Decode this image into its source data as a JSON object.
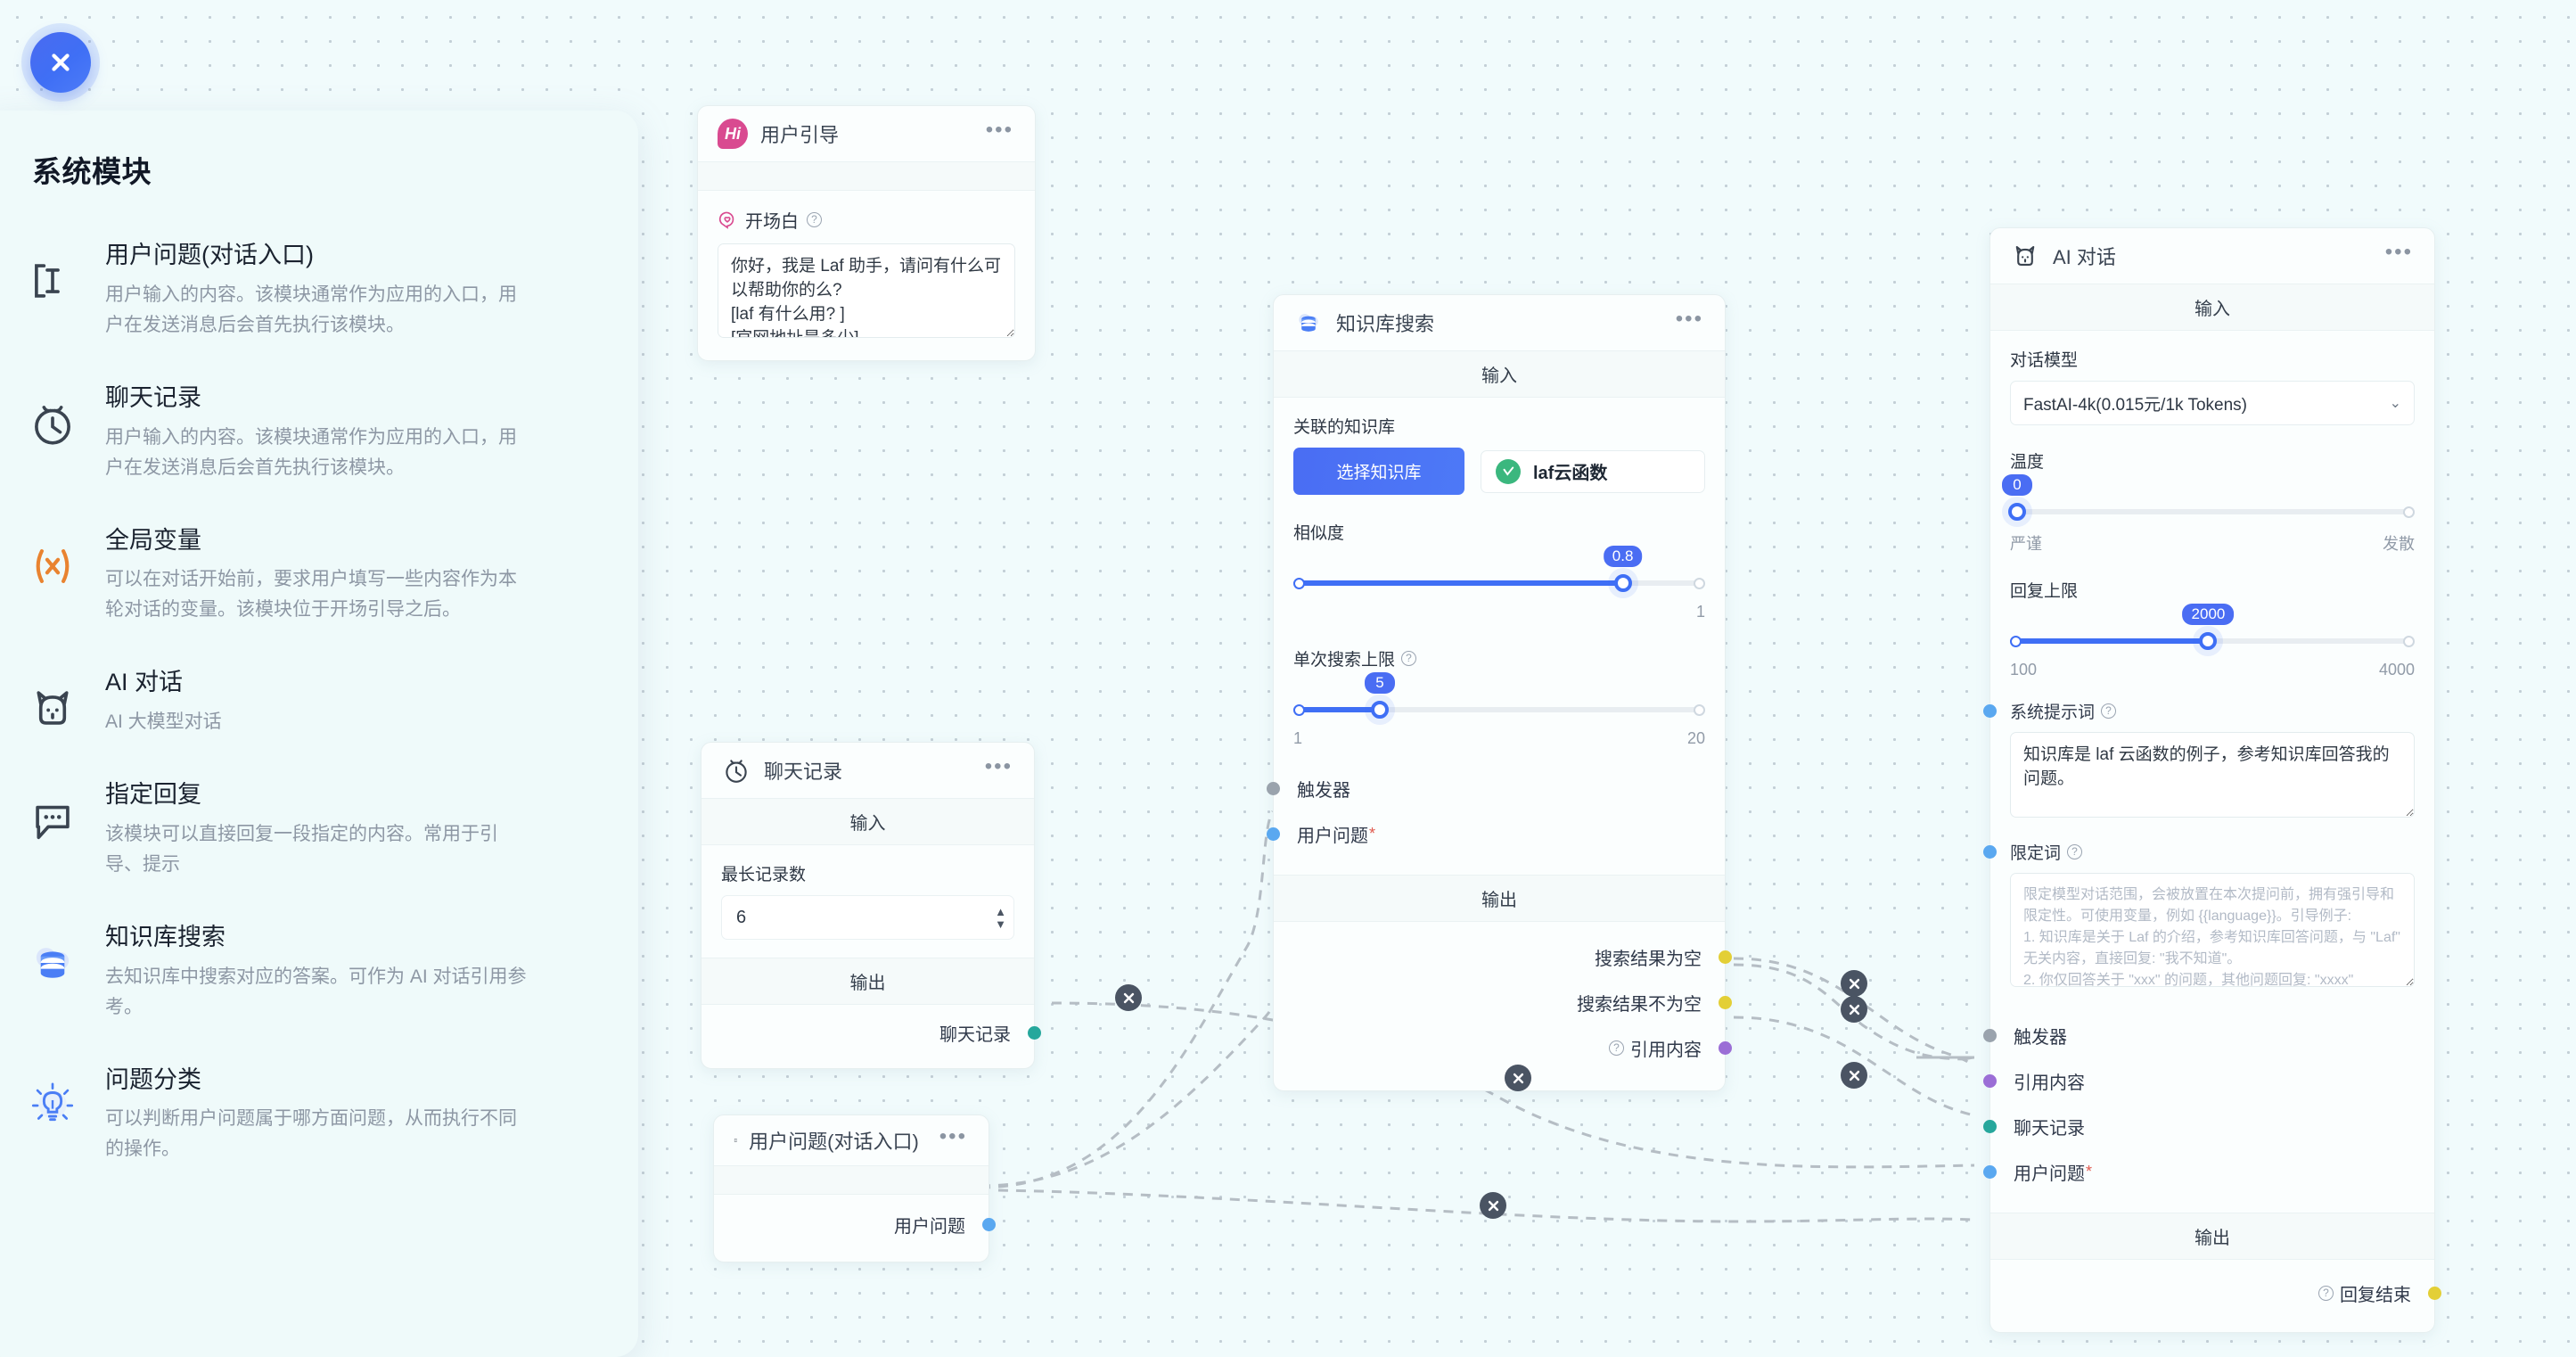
{
  "close_button": {
    "icon": "close-icon"
  },
  "sidebar": {
    "title": "系统模块",
    "items": [
      {
        "icon": "text-input-icon",
        "name": "用户问题(对话入口)",
        "desc": "用户输入的内容。该模块通常作为应用的入口，用户在发送消息后会首先执行该模块。"
      },
      {
        "icon": "clock-history-icon",
        "name": "聊天记录",
        "desc": "用户输入的内容。该模块通常作为应用的入口，用户在发送消息后会首先执行该模块。"
      },
      {
        "icon": "variable-x-icon",
        "name": "全局变量",
        "desc": "可以在对话开始前，要求用户填写一些内容作为本轮对话的变量。该模块位于开场引导之后。"
      },
      {
        "icon": "robot-icon",
        "name": "AI 对话",
        "desc": "AI 大模型对话"
      },
      {
        "icon": "chat-bubble-icon",
        "name": "指定回复",
        "desc": "该模块可以直接回复一段指定的内容。常用于引导、提示"
      },
      {
        "icon": "database-icon",
        "name": "知识库搜索",
        "desc": "去知识库中搜索对应的答案。可作为 AI 对话引用参考。"
      },
      {
        "icon": "lightbulb-icon",
        "name": "问题分类",
        "desc": "可以判断用户问题属于哪方面问题，从而执行不同的操作。"
      }
    ]
  },
  "nodes": {
    "guide": {
      "icon": "hi-badge-icon",
      "title": "用户引导",
      "menu": "•••",
      "opening_label": "开场白",
      "opening_help": "?",
      "opening_value": "你好，我是 Laf 助手，请问有什么可以帮助你的么?\n[laf 有什么用? ]\n[官网地址是多少]\n[如何收费]"
    },
    "chat_history": {
      "icon": "clock-history-icon",
      "title": "聊天记录",
      "menu": "•••",
      "input_section": "输入",
      "max_records_label": "最长记录数",
      "max_records_value": "6",
      "output_section": "输出",
      "outputs": [
        {
          "label": "聊天记录",
          "color": "teal"
        }
      ]
    },
    "user_question": {
      "icon": "text-input-icon",
      "title": "用户问题(对话入口)",
      "menu": "•••",
      "outputs": [
        {
          "label": "用户问题",
          "color": "blue"
        }
      ]
    },
    "kb_search": {
      "icon": "database-icon",
      "title": "知识库搜索",
      "menu": "•••",
      "input_section": "输入",
      "kb_label": "关联的知识库",
      "kb_select_button": "选择知识库",
      "kb_chip": "laf云函数",
      "similarity_label": "相似度",
      "similarity_value": "0.8",
      "similarity_min": "",
      "similarity_max": "1",
      "limit_label": "单次搜索上限",
      "limit_help": "?",
      "limit_value": "5",
      "limit_min": "1",
      "limit_max": "20",
      "inputs": [
        {
          "label": "触发器",
          "color": "gray",
          "required": false
        },
        {
          "label": "用户问题",
          "color": "blue",
          "required": true
        }
      ],
      "output_section": "输出",
      "outputs": [
        {
          "label": "搜索结果为空",
          "color": "yellow",
          "help": false
        },
        {
          "label": "搜索结果不为空",
          "color": "yellow",
          "help": false
        },
        {
          "label": "引用内容",
          "color": "purple",
          "help": true
        }
      ]
    },
    "ai_chat": {
      "icon": "robot-icon",
      "title": "AI 对话",
      "menu": "•••",
      "input_section": "输入",
      "model_label": "对话模型",
      "model_value": "FastAI-4k(0.015元/1k Tokens)",
      "temperature_label": "温度",
      "temperature_value": "0",
      "temperature_min_label": "严谨",
      "temperature_max_label": "发散",
      "max_tokens_label": "回复上限",
      "max_tokens_value": "2000",
      "max_tokens_min": "100",
      "max_tokens_max": "4000",
      "system_prompt_label": "系统提示词",
      "system_prompt_help": "?",
      "system_prompt_value": "知识库是 laf 云函数的例子，参考知识库回答我的问题。",
      "qualifier_label": "限定词",
      "qualifier_help": "?",
      "qualifier_placeholder": "限定模型对话范围，会被放置在本次提问前，拥有强引导和限定性。可使用变量，例如 {{language}}。引导例子:\n1. 知识库是关于 Laf 的介绍，参考知识库回答问题，与 \"Laf\" 无关内容，直接回复: \"我不知道\"。\n2. 你仅回答关于 \"xxx\" 的问题，其他问题回复: \"xxxx\"",
      "inputs": [
        {
          "label": "触发器",
          "color": "gray",
          "required": false
        },
        {
          "label": "引用内容",
          "color": "purple",
          "required": false
        },
        {
          "label": "聊天记录",
          "color": "teal",
          "required": false
        },
        {
          "label": "用户问题",
          "color": "blue",
          "required": true
        }
      ],
      "output_section": "输出",
      "outputs": [
        {
          "label": "回复结束",
          "color": "yellow",
          "help": true
        }
      ]
    }
  },
  "edge_buttons": {
    "icon": "delete-edge-icon",
    "count": 7
  },
  "colors": {
    "accent": "#3f6ff5",
    "canvas_bg": "#f1fbfc",
    "panel_bg": "#effafa",
    "port_gray": "#9aa3ad",
    "port_blue": "#5aa8f0",
    "port_yellow": "#e3cf36",
    "port_purple": "#9b6ed6",
    "port_teal": "#26a79c"
  }
}
